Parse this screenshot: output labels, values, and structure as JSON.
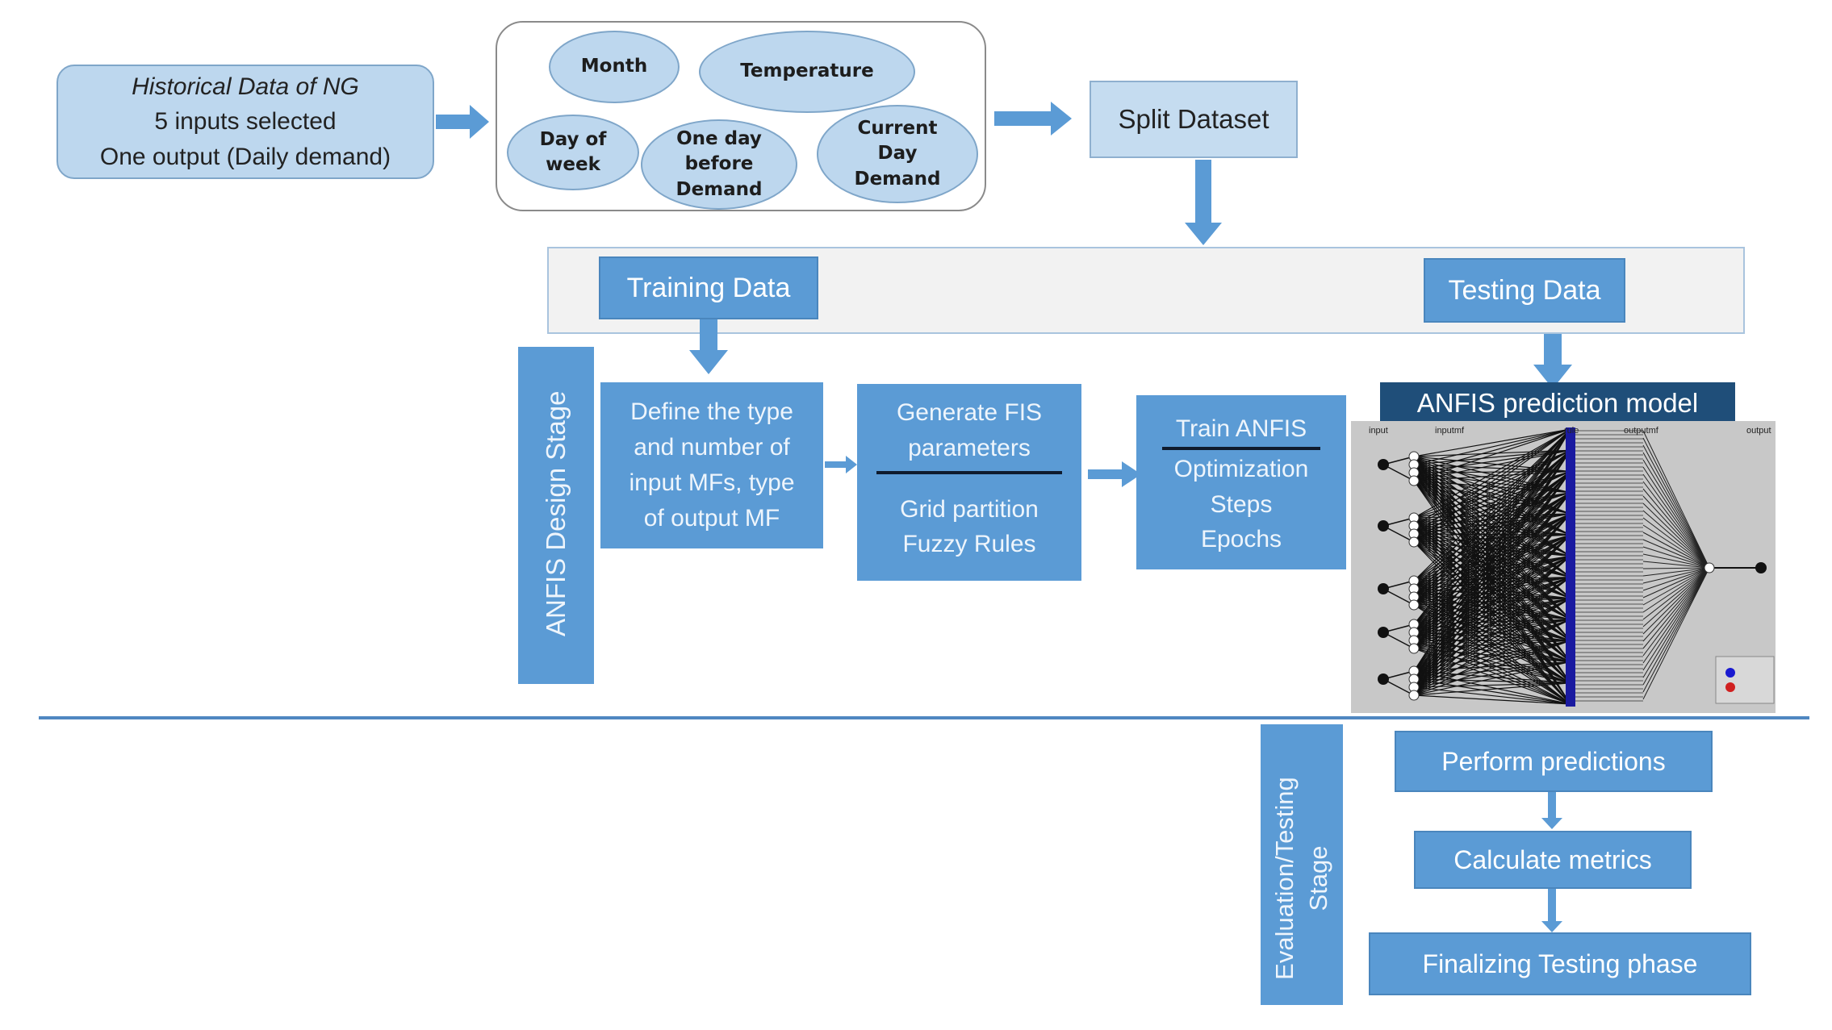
{
  "source": {
    "title": "Historical Data of NG",
    "line1": "5 inputs selected",
    "line2": "One output (Daily demand)"
  },
  "inputs": {
    "month": "Month",
    "temperature": "Temperature",
    "day_of_week_1": "Day of",
    "day_of_week_2": "week",
    "one_day_1": "One day",
    "one_day_2": "before",
    "one_day_3": "Demand",
    "current_1": "Current",
    "current_2": "Day",
    "current_3": "Demand"
  },
  "split": "Split Dataset",
  "training": "Training Data",
  "testing": "Testing Data",
  "design_stage": "ANFIS Design Stage",
  "define": [
    "Define the type",
    "and number of",
    "input MFs, type",
    "of output MF"
  ],
  "generate": {
    "top1": "Generate FIS",
    "top2": "parameters",
    "bottom1": "Grid partition",
    "bottom2": "Fuzzy Rules"
  },
  "train": {
    "title": "Train ANFIS",
    "line1": "Optimization",
    "line2": "Steps",
    "line3": "Epochs"
  },
  "model_title": "ANFIS prediction model",
  "net_labels": {
    "input": "input",
    "inputmf": "inputmf",
    "rule": "rule",
    "outputmf": "outputmf",
    "output": "output"
  },
  "eval_stage_1": "Evaluation/Testing",
  "eval_stage_2": "Stage",
  "steps": {
    "perform": "Perform predictions",
    "calculate": "Calculate metrics",
    "finalize": "Finalizing Testing phase"
  }
}
